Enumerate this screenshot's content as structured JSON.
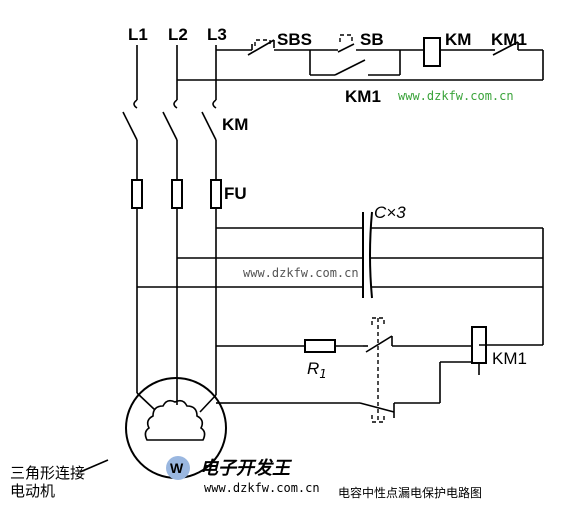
{
  "phase_labels": [
    "L1",
    "L2",
    "L3"
  ],
  "labels": {
    "sbs": "SBS",
    "sb": "SB",
    "km_coil": "KM",
    "km1_contact_top": "KM1",
    "km1_aux": "KM1",
    "km_main": "KM",
    "fu": "FU",
    "cap": "C×3",
    "r1": "R",
    "r1_sub": "1",
    "km1_coil": "KM1",
    "motor_label_line1": "三角形连接",
    "motor_label_line2": "电动机",
    "caption": "电容中性点漏电保护电路图"
  },
  "watermarks": {
    "top": "www.dzkfw.com.cn",
    "middle": "www.dzkfw.com.cn",
    "bottom": "www.dzkfw.com.cn",
    "logo_text": "电子开发王"
  }
}
